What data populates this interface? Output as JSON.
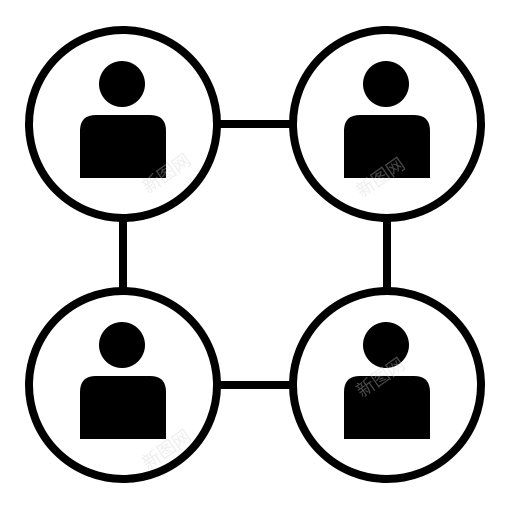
{
  "icon": {
    "name": "user-network-icon",
    "stroke_color": "#000000",
    "fill_color": "#000000",
    "background": "#ffffff",
    "nodes": [
      {
        "name": "user-node-top-left",
        "icon": "person-icon"
      },
      {
        "name": "user-node-top-right",
        "icon": "person-icon"
      },
      {
        "name": "user-node-bottom-left",
        "icon": "person-icon"
      },
      {
        "name": "user-node-bottom-right",
        "icon": "person-icon"
      }
    ],
    "watermark_text": "新图网"
  }
}
